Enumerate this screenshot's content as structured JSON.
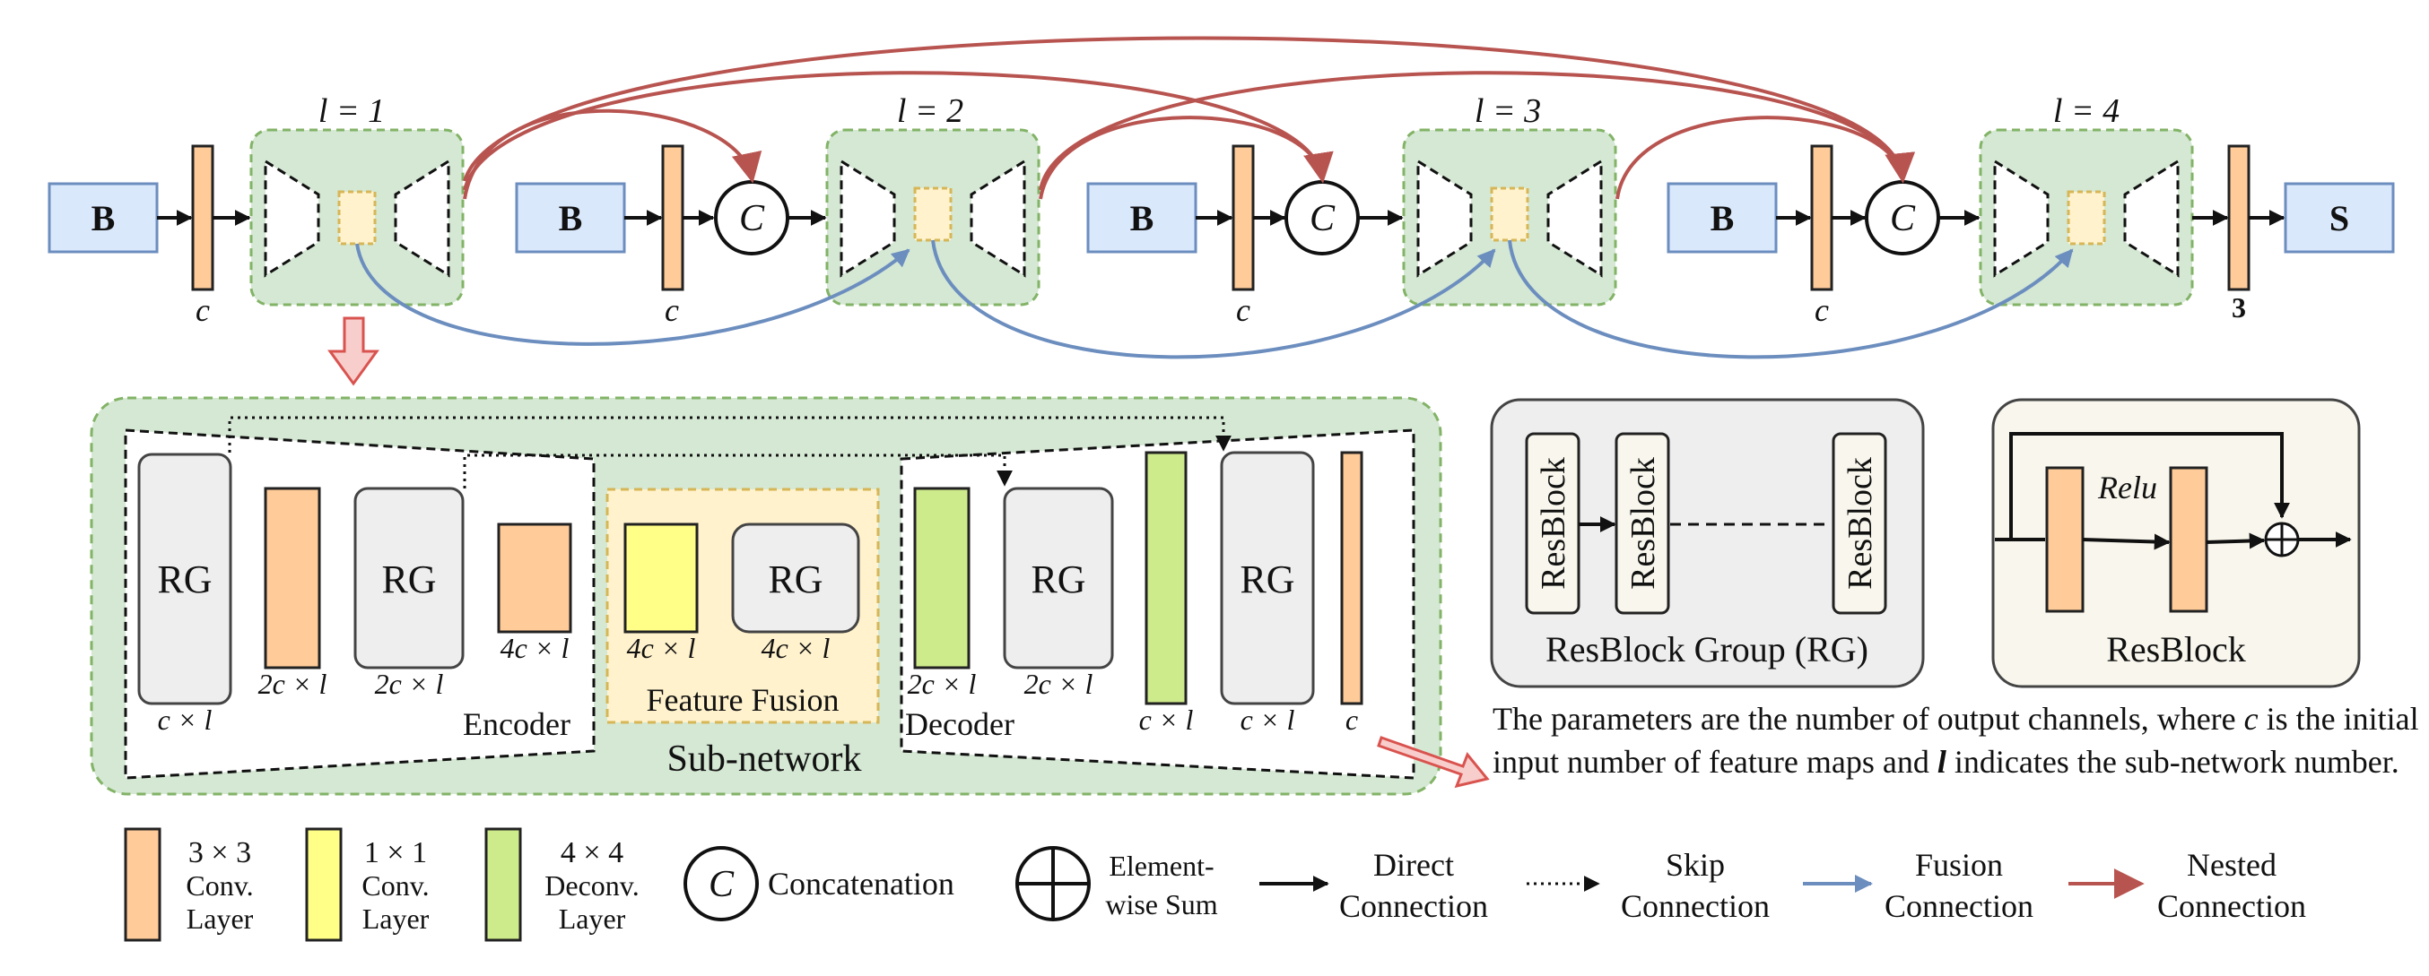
{
  "pipeline": {
    "level_labels": [
      "l = 1",
      "l = 2",
      "l = 3",
      "l = 4"
    ],
    "input_label": "B",
    "output_label": "S",
    "concat_symbol": "C",
    "channel_labels": [
      "c",
      "c",
      "c",
      "c",
      "3"
    ]
  },
  "subnetwork": {
    "title": "Sub-network",
    "rg_label": "RG",
    "encoder_label": "Encoder",
    "decoder_label": "Decoder",
    "fusion_label": "Feature Fusion",
    "dims": {
      "rg1": "c × l",
      "conv1": "2c × l",
      "rg2": "2c × l",
      "conv2": "4c × l",
      "fusion_conv": "4c × l",
      "fusion_rg": "4c × l",
      "deconv1": "2c × l",
      "rg3": "2c × l",
      "deconv2": "c × l",
      "rg4": "c × l",
      "out_conv": "c"
    }
  },
  "resblock_group": {
    "block_label": "ResBlock",
    "caption": "ResBlock Group (RG)"
  },
  "resblock": {
    "relu_label": "Relu",
    "caption": "ResBlock"
  },
  "note": {
    "part1": "The parameters are the number of output channels, where ",
    "var_c": "c",
    "part2": " is the initial input number of feature maps and ",
    "var_l": "l",
    "part3": " indicates the sub-network number."
  },
  "legend": {
    "conv3": [
      "3 × 3",
      "Conv.",
      "Layer"
    ],
    "conv1": [
      "1 × 1",
      "Conv.",
      "Layer"
    ],
    "deconv4": [
      "4 × 4",
      "Deconv.",
      "Layer"
    ],
    "concat_symbol": "C",
    "concat": "Concatenation",
    "sum": [
      "Element-",
      "wise Sum"
    ],
    "direct": [
      "Direct",
      "Connection"
    ],
    "skip": [
      "Skip",
      "Connection"
    ],
    "fusion": [
      "Fusion",
      "Connection"
    ],
    "nested": [
      "Nested",
      "Connection"
    ]
  },
  "colors": {
    "green_fill": "#d5e8d4",
    "green_border": "#82b366",
    "blue_fill": "#dae8fc",
    "blue_border": "#6c8ebf",
    "orange_fill": "#ffcc99",
    "yellow_fill": "#ffff88",
    "fusion_fill": "#fff2cc",
    "deconv_fill": "#cdeb8b",
    "rg_fill": "#eeeeee",
    "resblock_fill": "#f9f7ed",
    "fusion_arrow": "#6c8ebf",
    "nested_arrow": "#b85450"
  }
}
